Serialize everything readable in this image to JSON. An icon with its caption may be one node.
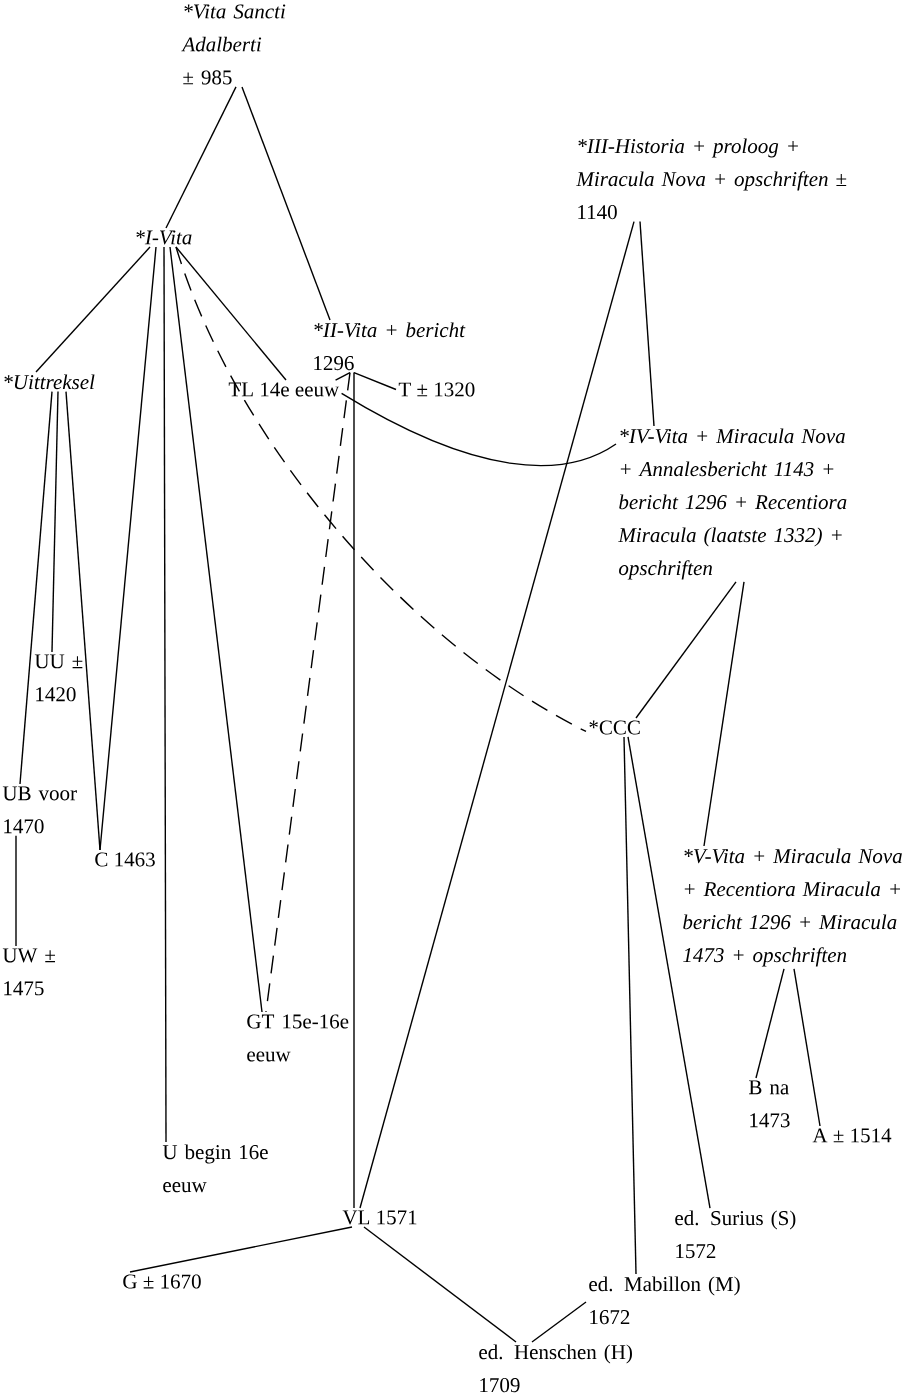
{
  "diagram": {
    "nodes": [
      {
        "text": [
          "*Vita Sancti Adalberti",
          "± 985"
        ]
      },
      {
        "text": [
          "*I-Vita"
        ]
      },
      {
        "text": [
          "*II-Vita + bericht",
          "1296"
        ]
      },
      {
        "text": [
          "T ± 1320"
        ]
      },
      {
        "text": [
          "*Uittreksel"
        ]
      },
      {
        "text": [
          "TL 14e eeuw"
        ]
      },
      {
        "text": [
          "*III-Historia + proloog + Miracula Nova + opschriften",
          "± 1140"
        ]
      },
      {
        "text": [
          "*IV-Vita + Miracula Nova + Annalesbericht 1143 + bericht 1296 + Recentiora Miracula (laatste 1332) + opschriften"
        ]
      },
      {
        "text": [
          "UU ± 1420"
        ]
      },
      {
        "text": [
          "*CCC"
        ]
      },
      {
        "text": [
          "UB voor 1470"
        ]
      },
      {
        "text": [
          "C 1463"
        ]
      },
      {
        "text": [
          "UW ± 1475"
        ]
      },
      {
        "text": [
          "*V-Vita + Miracula Nova + Recentiora Miracula + bericht 1296 + Miracula 1473 + opschriften"
        ]
      },
      {
        "text": [
          "GT 15e-16e eeuw"
        ]
      },
      {
        "text": [
          "B na 1473"
        ]
      },
      {
        "text": [
          "A ± 1514"
        ]
      },
      {
        "text": [
          "U begin 16e eeuw"
        ]
      },
      {
        "text": [
          "VL 1571"
        ]
      },
      {
        "text": [
          "ed. Surius (S) 1572"
        ]
      },
      {
        "text": [
          "G ± 1670"
        ]
      },
      {
        "text": [
          "ed. Mabillon (M) 1672"
        ]
      },
      {
        "text": [
          "ed. Henschen (H) 1709"
        ]
      }
    ],
    "edges": [
      {
        "from": 0,
        "to": 1,
        "arrow": "none"
      },
      {
        "from": 0,
        "to": 2,
        "arrow": "none"
      },
      {
        "from": 1,
        "to": 4,
        "arrow": "none"
      },
      {
        "from": 1,
        "to": 11,
        "arrow": "none"
      },
      {
        "from": 1,
        "to": 17,
        "arrow": "none"
      },
      {
        "from": 1,
        "to": 14,
        "arrow": "none"
      },
      {
        "from": 1,
        "to": 9,
        "arrow": "none",
        "style": "dashed"
      },
      {
        "from": 1,
        "to": 5,
        "arrow": "none"
      },
      {
        "from": 2,
        "to": 3,
        "arrow": "none"
      },
      {
        "from": 2,
        "to": 5,
        "arrow": "none"
      },
      {
        "from": 2,
        "to": 14,
        "arrow": "none",
        "style": "dashed"
      },
      {
        "from": 2,
        "to": 18,
        "arrow": "none"
      },
      {
        "from": 5,
        "to": 7,
        "arrow": "none"
      },
      {
        "from": 6,
        "to": 18,
        "arrow": "none"
      },
      {
        "from": 6,
        "to": 7,
        "arrow": "none"
      },
      {
        "from": 7,
        "to": 9,
        "arrow": "none"
      },
      {
        "from": 7,
        "to": 13,
        "arrow": "none"
      },
      {
        "from": 4,
        "to": 8,
        "arrow": "none"
      },
      {
        "from": 4,
        "to": 11,
        "arrow": "none"
      },
      {
        "from": 4,
        "to": 10,
        "arrow": "none"
      },
      {
        "from": 10,
        "to": 12,
        "arrow": "none"
      },
      {
        "from": 13,
        "to": 15,
        "arrow": "none"
      },
      {
        "from": 13,
        "to": 16,
        "arrow": "none"
      },
      {
        "from": 9,
        "to": 21,
        "arrow": "none"
      },
      {
        "from": 9,
        "to": 19,
        "arrow": "none"
      },
      {
        "from": 18,
        "to": 20,
        "arrow": "none"
      },
      {
        "from": 18,
        "to": 22,
        "arrow": "none"
      },
      {
        "from": 21,
        "to": 22,
        "arrow": "none"
      }
    ]
  }
}
